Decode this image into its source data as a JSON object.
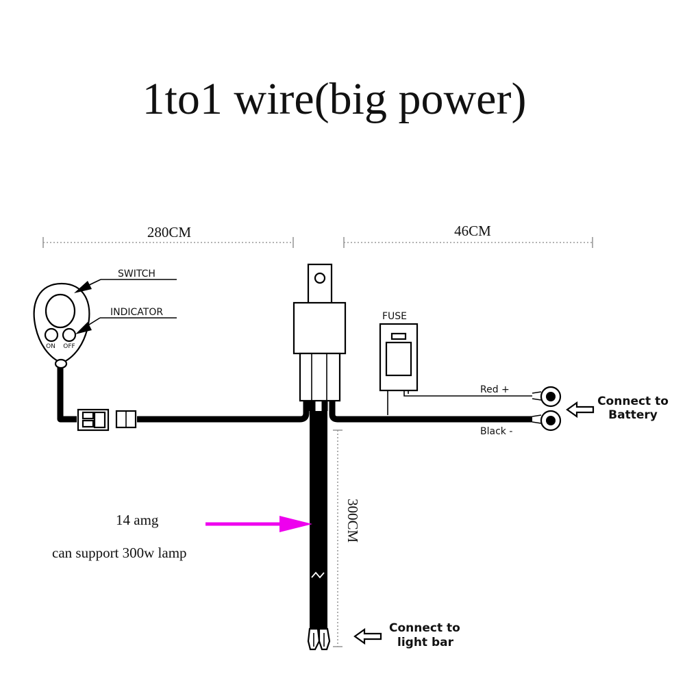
{
  "title": "1to1 wire(big power)",
  "dimensions": {
    "left_length": "280CM",
    "right_length": "46CM",
    "vertical_length": "300CM"
  },
  "labels": {
    "switch": "SWITCH",
    "indicator": "INDICATOR",
    "on": "ON",
    "off": "OFF",
    "fuse": "FUSE",
    "red": "Red +",
    "black": "Black -"
  },
  "connectors": {
    "battery_line1": "Connect to",
    "battery_line2": "Battery",
    "lightbar_line1": "Connect to",
    "lightbar_line2": "light bar"
  },
  "notes": {
    "gauge": "14 amg",
    "support": "can support  300w lamp"
  },
  "colors": {
    "highlight_arrow": "#ee00ee",
    "wire": "#000000"
  }
}
